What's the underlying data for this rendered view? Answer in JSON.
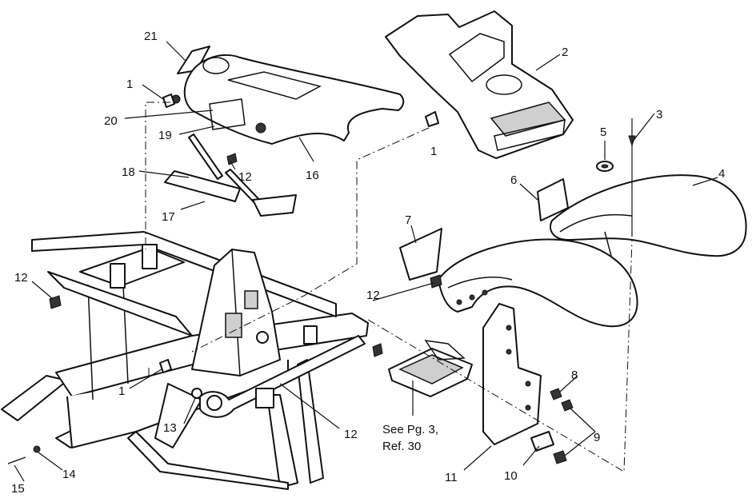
{
  "callouts": {
    "c1a": "1",
    "c1b": "1",
    "c1c": "1",
    "c2": "2",
    "c3": "3",
    "c4": "4",
    "c5": "5",
    "c6": "6",
    "c7": "7",
    "c8": "8",
    "c9": "9",
    "c10": "10",
    "c11": "11",
    "c12a": "12",
    "c12b": "12",
    "c12c": "12",
    "c12d": "12",
    "c13": "13",
    "c14": "14",
    "c15": "15",
    "c16": "16",
    "c17": "17",
    "c18": "18",
    "c19": "19",
    "c20": "20",
    "c21": "21"
  },
  "note": {
    "line1": "See Pg. 3,",
    "line2": "Ref.  30"
  }
}
